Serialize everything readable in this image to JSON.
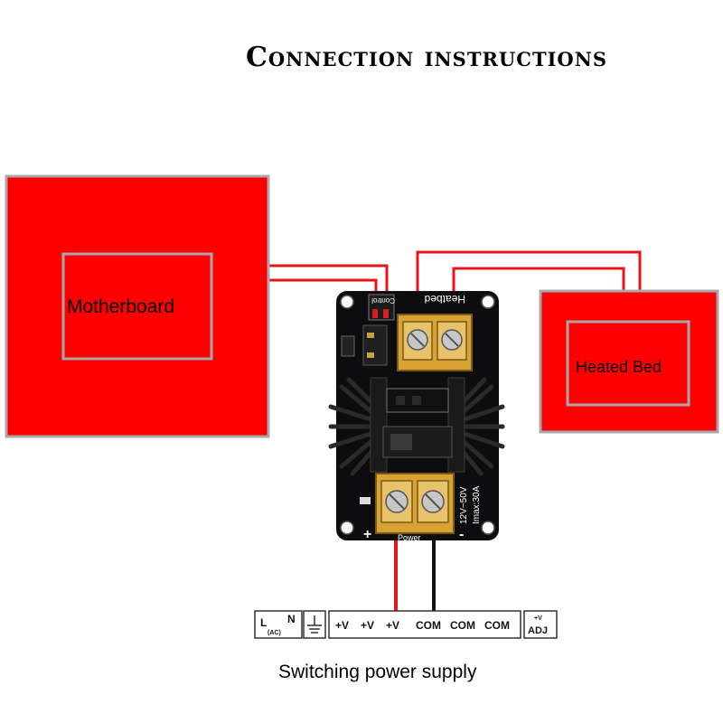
{
  "title": "Connection instructions",
  "nodes": {
    "motherboard": {
      "label": "Motherboard"
    },
    "heated_bed": {
      "label": "Heated Bed"
    },
    "mosfet_module": {
      "silkscreen_heatbed": "Heatbed",
      "silkscreen_control": "Control",
      "silkscreen_power": "Power",
      "silkscreen_voltage": "12V~50V",
      "silkscreen_current": "Imax:30A",
      "silkscreen_plus": "+",
      "silkscreen_minus": "-"
    },
    "power_supply": {
      "label": "Switching power supply",
      "terminal_l": "L",
      "terminal_ac": "(AC)",
      "terminal_n": "N",
      "terminal_v1": "+V",
      "terminal_v2": "+V",
      "terminal_v3": "+V",
      "terminal_com1": "COM",
      "terminal_com2": "COM",
      "terminal_com3": "COM",
      "terminal_adj_top": "+V",
      "terminal_adj": "ADJ"
    }
  },
  "colors": {
    "box_fill": "#ff0000",
    "box_border": "#a8a8a8",
    "wire_red": "#e8141c",
    "wire_black": "#111111",
    "pcb": "#0d0d0f",
    "terminal_block": "#d9a233"
  },
  "icons": [
    "ground-icon",
    "heatsink-icon",
    "mosfet-icon",
    "screw-terminal-icon"
  ]
}
